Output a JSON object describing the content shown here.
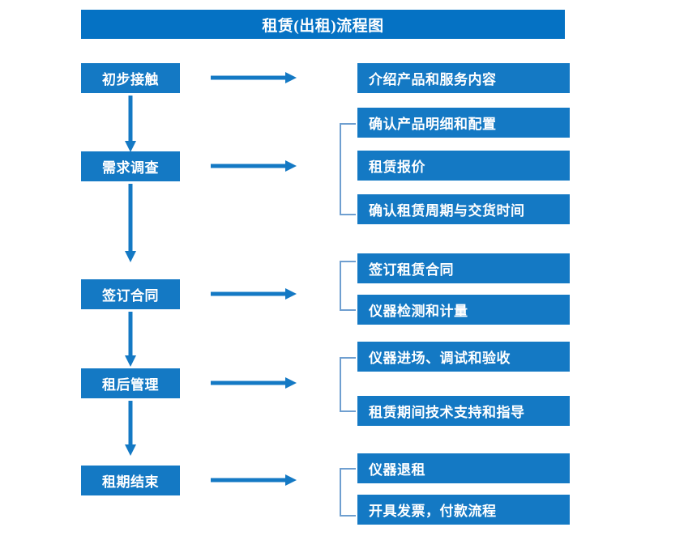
{
  "title": {
    "text": "租赁(出租)流程图",
    "color": "#0572c4"
  },
  "theme": {
    "box_color": "#1479c4",
    "banner_color": "#0572c4",
    "arrow_color": "#1479c4",
    "bracket_color": "#6f9fd0",
    "text_color": "#ffffff",
    "background": "#ffffff"
  },
  "flow": {
    "stages": [
      {
        "label": "初步接触",
        "details": [
          "介绍产品和服务内容"
        ],
        "bracket": false
      },
      {
        "label": "需求调查",
        "details": [
          "确认产品明细和配置",
          "租赁报价",
          "确认租赁周期与交货时间"
        ],
        "bracket": true
      },
      {
        "label": "签订合同",
        "details": [
          "签订租赁合同",
          "仪器检测和计量"
        ],
        "bracket": true
      },
      {
        "label": "租后管理",
        "details": [
          "仪器进场、调试和验收",
          "租赁期间技术支持和指导"
        ],
        "bracket": true
      },
      {
        "label": "租期结束",
        "details": [
          "仪器退租",
          "开具发票，付款流程"
        ],
        "bracket": true
      }
    ],
    "connectors": {
      "horizontal_arrow": "right-arrow-icon",
      "vertical_arrow": "down-arrow-icon",
      "group_bracket": "bracket-icon"
    }
  }
}
